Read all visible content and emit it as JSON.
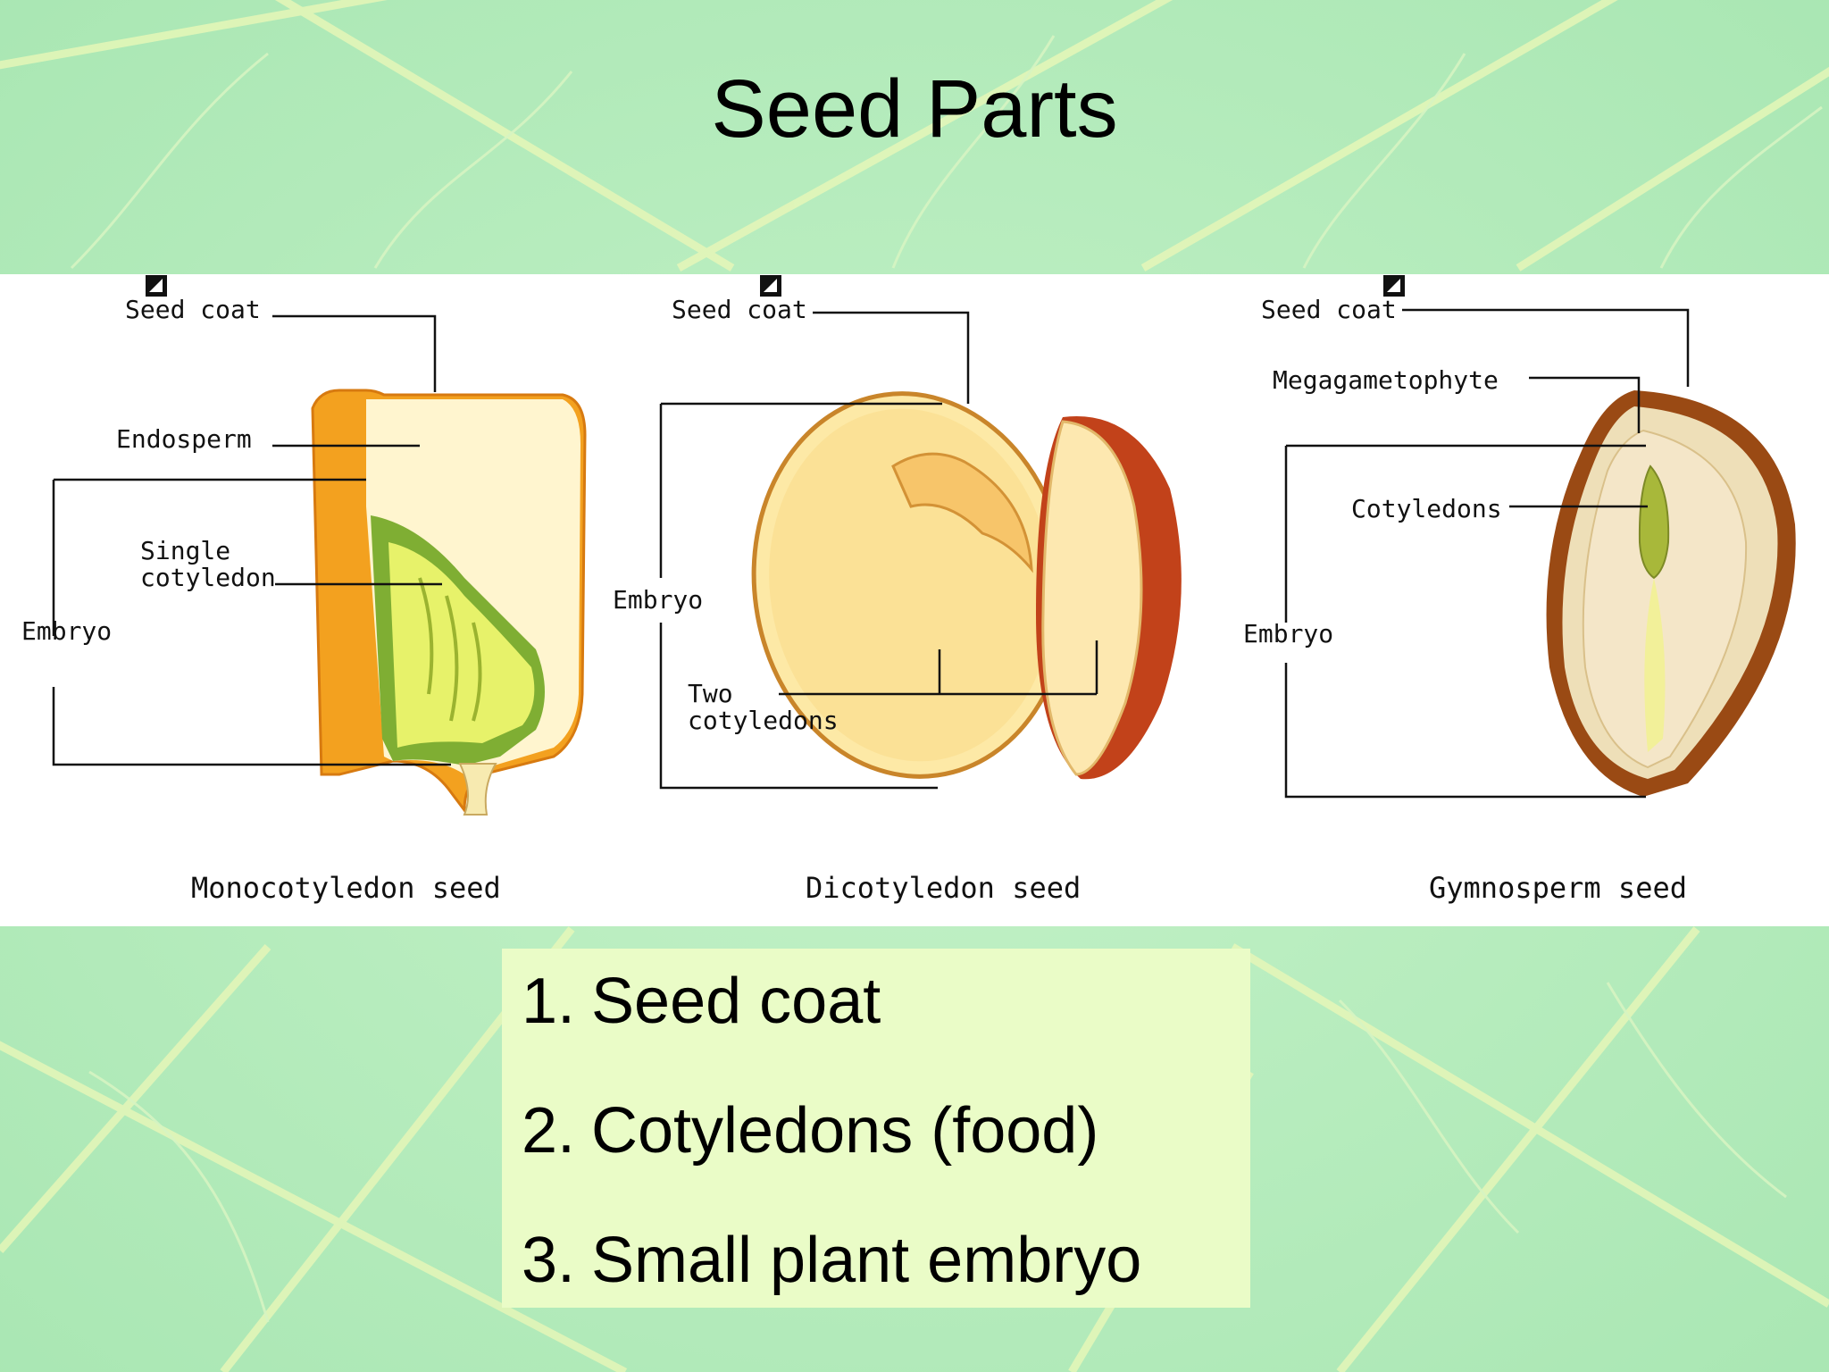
{
  "title": "Seed Parts",
  "diagram": {
    "monocot": {
      "caption": "Monocotyledon seed",
      "labels": {
        "seed_coat": "Seed coat",
        "endosperm": "Endosperm",
        "single_cotyledon": "Single\ncotyledon",
        "embryo": "Embryo"
      }
    },
    "dicot": {
      "caption": "Dicotyledon seed",
      "labels": {
        "seed_coat": "Seed coat",
        "embryo": "Embryo",
        "two_cotyledons": "Two\ncotyledons"
      }
    },
    "gymnosperm": {
      "caption": "Gymnosperm seed",
      "labels": {
        "seed_coat": "Seed coat",
        "megagametophyte": "Megagametophyte",
        "cotyledons": "Cotyledons",
        "embryo": "Embryo"
      }
    }
  },
  "list": {
    "items": [
      {
        "number": "1.",
        "text": "Seed coat"
      },
      {
        "number": "2.",
        "text": "Cotyledons (food)"
      },
      {
        "number": "3.",
        "text": "Small plant embryo"
      }
    ]
  },
  "colors": {
    "background": "#b6ecbe",
    "list_box": "#eafcc7",
    "seed_coat_orange": "#f0a020",
    "endosperm": "#fff4c8",
    "cotyledon_green": "#8dbb3a",
    "gymnosperm_coat": "#9a4a14"
  }
}
